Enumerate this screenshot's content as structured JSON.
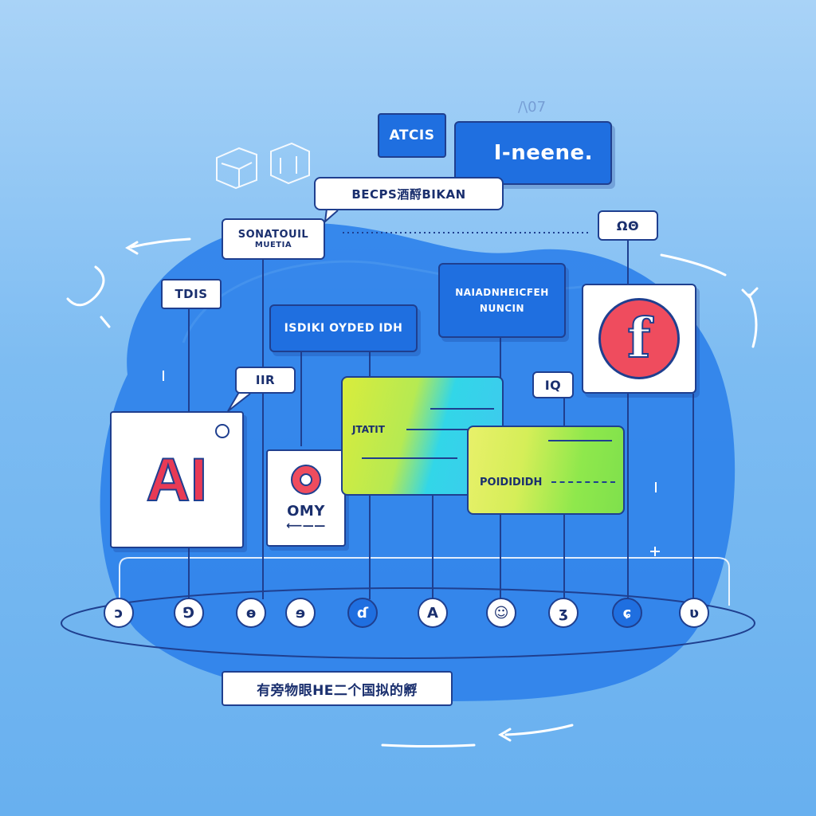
{
  "labels": {
    "top_left_small": "ATCIS",
    "top_right_banner": "I-neene.",
    "speech_bubble": "BECPS酒酹BIKAN",
    "sonatouil_line1": "SONATOUIL",
    "sonatouil_line2": "MUETIA",
    "small_top_right": "ΩΘ",
    "tdis": "TDIS",
    "blue_center": "ISDIKI OYDED IDH",
    "blue_right_line1": "NAIADNHEICFEH",
    "blue_right_line2": "NUNCIN",
    "speech_small": "IIR",
    "iq_badge": "IQ",
    "ai_logo": "AI",
    "omy_label": "OMY",
    "green_card_text": "JTATIT",
    "green_card2_text": "POIDIDIDH",
    "facebook_glyph": "f",
    "bottom_caption": "有旁物眼HE二个国拟的孵"
  },
  "timeline_nodes": [
    "ɔ",
    "⅁",
    "ɵ",
    "ɘ",
    "ɗ",
    "A",
    "☺",
    "ʒ",
    "ɕ",
    "ʋ"
  ],
  "colors": {
    "accent_blue": "#1f6fe0",
    "outline_navy": "#1f3f8f",
    "ai_red": "#e83a55",
    "facebook_red": "#ef4c5e",
    "green_yellow": "#d9ec3c",
    "cyan": "#32d6e8"
  }
}
